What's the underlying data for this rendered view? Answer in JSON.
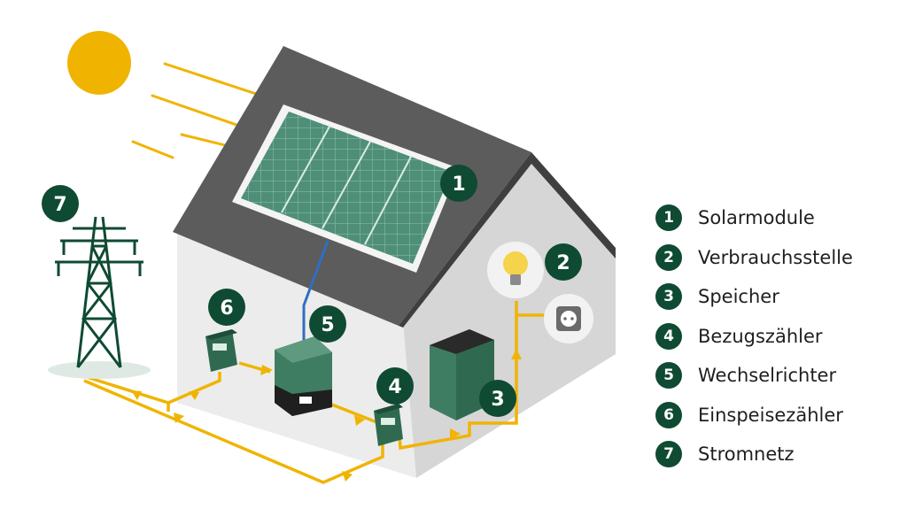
{
  "colors": {
    "badge": "#0f4a33",
    "energy_line": "#f0b400",
    "dc_line": "#2f6fc4",
    "sun": "#f0b400",
    "roof": "#5c5c5c",
    "wall_front": "#e9e9e9",
    "wall_side": "#d6d6d6",
    "panel": "#4f8f78",
    "device": "#3f7d62"
  },
  "markers": {
    "solar_panel": "1",
    "consumer": "2",
    "storage": "3",
    "import_meter": "4",
    "inverter": "5",
    "feed_in_meter": "6",
    "grid": "7"
  },
  "legend": [
    {
      "num": "1",
      "label": "Solarmodule"
    },
    {
      "num": "2",
      "label": "Verbrauchsstelle"
    },
    {
      "num": "3",
      "label": "Speicher"
    },
    {
      "num": "4",
      "label": "Bezugszähler"
    },
    {
      "num": "5",
      "label": "Wechselrichter"
    },
    {
      "num": "6",
      "label": "Einspeisezähler"
    },
    {
      "num": "7",
      "label": "Stromnetz"
    }
  ]
}
